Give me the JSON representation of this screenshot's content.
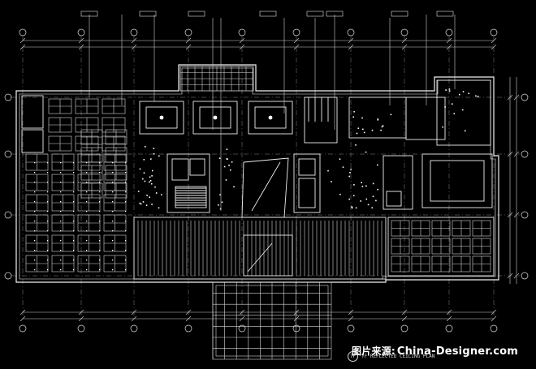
{
  "drawing": {
    "id_symbol": "7F",
    "caption": "7F REFLECTED CEILING PLAN"
  },
  "watermark": {
    "cn": "图片来源:",
    "site": "China-Designer.com"
  },
  "colors": {
    "background": "#000000",
    "lines": "#e6e6e6",
    "dim_text": "#bfbfbf"
  }
}
